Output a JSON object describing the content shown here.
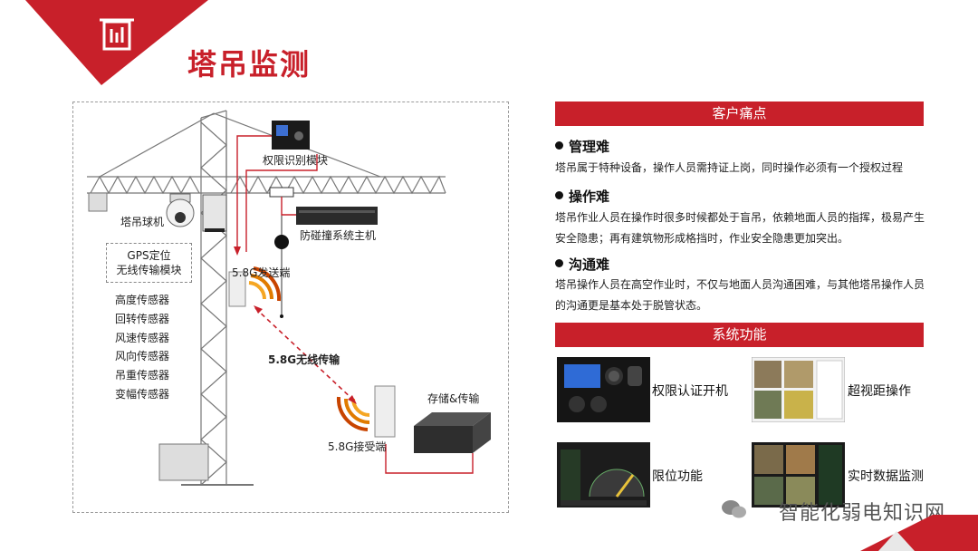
{
  "page": {
    "title": "塔吊监测"
  },
  "diagram": {
    "modules": {
      "auth_module": "权限识别模块",
      "ball_camera": "塔吊球机",
      "anti_collision_host": "防碰撞系统主机",
      "gps_line1": "GPS定位",
      "gps_line2": "无线传输模块",
      "transmitter": "5.8G发送端",
      "wireless_link": "5.8G无线传输",
      "receiver": "5.8G接受端",
      "storage": "存储&传输"
    },
    "sensors": [
      "高度传感器",
      "回转传感器",
      "风速传感器",
      "风向传感器",
      "吊重传感器",
      "变幅传感器"
    ]
  },
  "pain_points": {
    "header": "客户痛点",
    "items": [
      {
        "title": "管理难",
        "body": "塔吊属于特种设备，操作人员需持证上岗，同时操作必须有一个授权过程"
      },
      {
        "title": "操作难",
        "body": "塔吊作业人员在操作时很多时候都处于盲吊，依赖地面人员的指挥，极易产生安全隐患；再有建筑物形成格挡时，作业安全隐患更加突出。"
      },
      {
        "title": "沟通难",
        "body": "塔吊操作人员在高空作业时，不仅与地面人员沟通困难，与其他塔吊操作人员的沟通更是基本处于脱管状态。"
      }
    ]
  },
  "functions": {
    "header": "系统功能",
    "items": [
      "权限认证开机",
      "超视距操作",
      "限位功能",
      "实时数据监测"
    ]
  },
  "watermark": "智能化弱电知识网",
  "colors": {
    "accent": "#c8202a"
  }
}
